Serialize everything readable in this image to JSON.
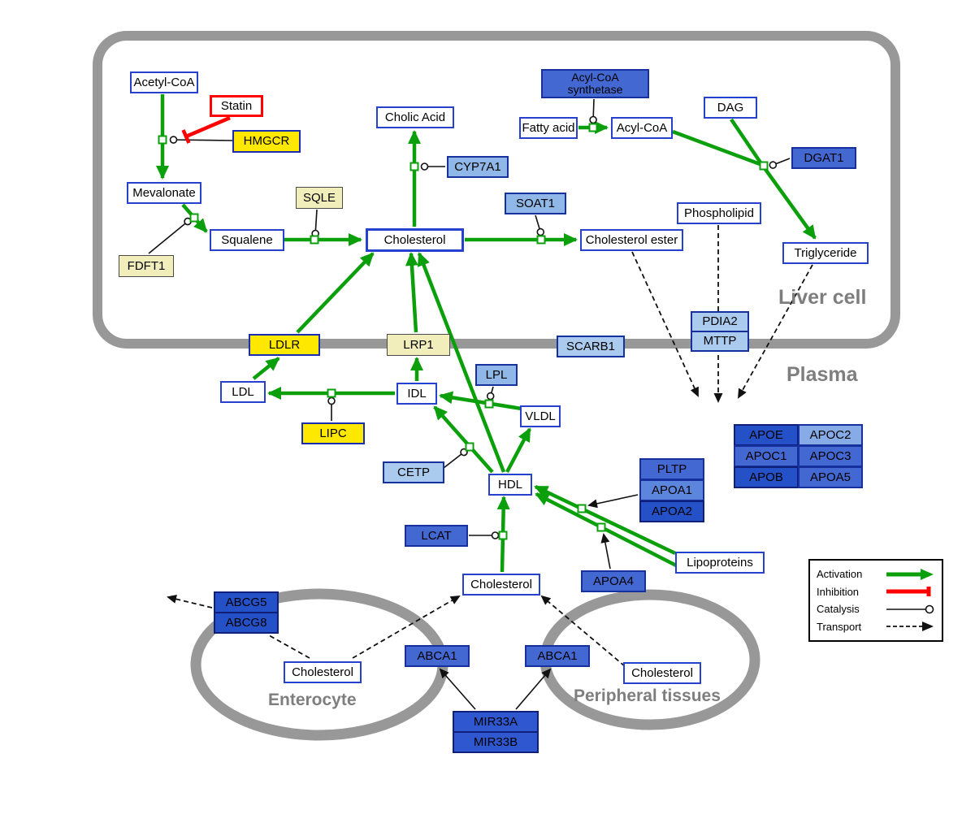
{
  "compartments": {
    "liver_cell": "Liver cell",
    "plasma": "Plasma",
    "enterocyte": "Enterocyte",
    "peripheral_tissues": "Peripheral tissues"
  },
  "nodes": {
    "acetyl_coa": {
      "label": "Acetyl-CoA"
    },
    "statin": {
      "label": "Statin"
    },
    "hmgcr": {
      "label": "HMGCR"
    },
    "mevalonate": {
      "label": "Mevalonate"
    },
    "fdft1": {
      "label": "FDFT1"
    },
    "squalene": {
      "label": "Squalene"
    },
    "sqle": {
      "label": "SQLE"
    },
    "cholesterol_liver": {
      "label": "Cholesterol"
    },
    "cholic_acid": {
      "label": "Cholic Acid"
    },
    "cyp7a1": {
      "label": "CYP7A1"
    },
    "soat1": {
      "label": "SOAT1"
    },
    "cholesterol_ester": {
      "label": "Cholesterol ester"
    },
    "acyl_coa_synthetase": {
      "label": "Acyl-CoA synthetase"
    },
    "fatty_acid": {
      "label": "Fatty acid"
    },
    "acyl_coa": {
      "label": "Acyl-CoA"
    },
    "dag": {
      "label": "DAG"
    },
    "dgat1": {
      "label": "DGAT1"
    },
    "phospholipid": {
      "label": "Phospholipid"
    },
    "triglyceride": {
      "label": "Triglyceride"
    },
    "pdia2": {
      "label": "PDIA2"
    },
    "mttp": {
      "label": "MTTP"
    },
    "ldlr": {
      "label": "LDLR"
    },
    "lrp1": {
      "label": "LRP1"
    },
    "scarb1": {
      "label": "SCARB1"
    },
    "ldl": {
      "label": "LDL"
    },
    "idl": {
      "label": "IDL"
    },
    "lpl": {
      "label": "LPL"
    },
    "vldl": {
      "label": "VLDL"
    },
    "lipc": {
      "label": "LIPC"
    },
    "cetp": {
      "label": "CETP"
    },
    "hdl": {
      "label": "HDL"
    },
    "lcat": {
      "label": "LCAT"
    },
    "pltp": {
      "label": "PLTP"
    },
    "apoa1": {
      "label": "APOA1"
    },
    "apoa2": {
      "label": "APOA2"
    },
    "apoa4": {
      "label": "APOA4"
    },
    "lipoproteins": {
      "label": "Lipoproteins"
    },
    "apoe": {
      "label": "APOE"
    },
    "apoc2": {
      "label": "APOC2"
    },
    "apoc1": {
      "label": "APOC1"
    },
    "apoc3": {
      "label": "APOC3"
    },
    "apob": {
      "label": "APOB"
    },
    "apoa5": {
      "label": "APOA5"
    },
    "cholesterol_plasma": {
      "label": "Cholesterol"
    },
    "abcg5": {
      "label": "ABCG5"
    },
    "abcg8": {
      "label": "ABCG8"
    },
    "cholesterol_enterocyte": {
      "label": "Cholesterol"
    },
    "abca1_enterocyte": {
      "label": "ABCA1"
    },
    "abca1_peripheral": {
      "label": "ABCA1"
    },
    "cholesterol_peripheral": {
      "label": "Cholesterol"
    },
    "mir33a": {
      "label": "MIR33A"
    },
    "mir33b": {
      "label": "MIR33B"
    }
  },
  "legend": {
    "activation": "Activation",
    "inhibition": "Inhibition",
    "catalysis": "Catalysis",
    "transport": "Transport"
  },
  "colors": {
    "activation_green": "#0BA00B",
    "inhibition_red": "#FF0000",
    "gene_yellow": "#FFE800",
    "gene_pale_yellow": "#F2EEBC",
    "gene_blue_light": "#8FB8E8",
    "gene_blue_lighter": "#AACBEE",
    "gene_blue_medium": "#4368D2",
    "gene_blue_dark": "#2450C8",
    "metabolite_border": "#2741CF",
    "membrane_gray": "#989898"
  }
}
